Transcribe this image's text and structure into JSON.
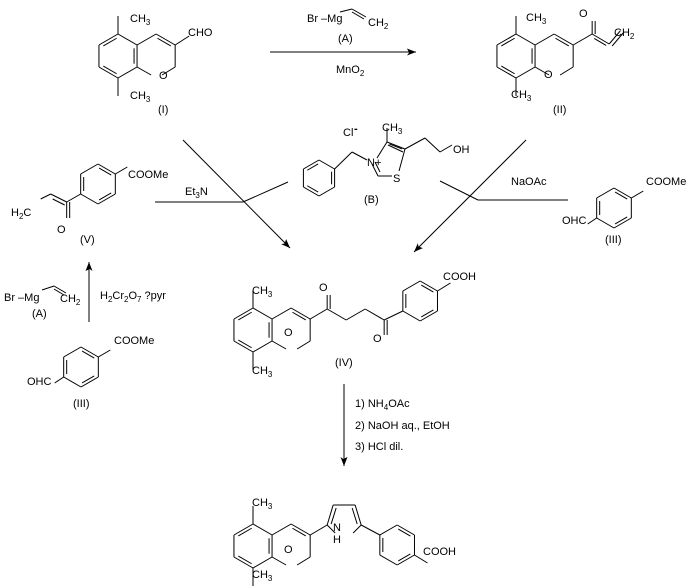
{
  "title": "Synthesis scheme of chromenyl-pyrrolyl benzoic acid",
  "compounds": {
    "I": {
      "label": "(I)",
      "substituent": "CHO",
      "methyl_top": "CH3",
      "methyl_bottom": "CH3",
      "ring_o": "O"
    },
    "II": {
      "label": "(II)",
      "carbonyl_o": "O",
      "vinyl": "CH2",
      "methyl_top": "CH3",
      "methyl_bottom": "CH3",
      "ring_o": "O"
    },
    "III_right": {
      "label": "(III)",
      "ester": "COOMe",
      "aldehyde": "OHC"
    },
    "III_left": {
      "label": "(III)",
      "ester": "COOMe",
      "aldehyde": "OHC"
    },
    "IV": {
      "label": "(IV)",
      "acid": "COOH",
      "carbonyl_o1": "O",
      "carbonyl_o2": "O",
      "methyl_top": "CH3",
      "methyl_bottom": "CH3",
      "ring_o": "O"
    },
    "V": {
      "label": "(V)",
      "ester": "COOMe",
      "vinyl": "H2C",
      "carbonyl_o": "O"
    },
    "B": {
      "label": "(B)",
      "counterion": "Cl",
      "charge_minus": "-",
      "n_plus": "N+",
      "sulfur": "S",
      "methyl": "CH3",
      "hydroxyl": "OH"
    },
    "final": {
      "acid": "COOH",
      "nh": "N",
      "h": "H",
      "methyl_top": "CH3",
      "methyl_bottom": "CH3",
      "ring_o": "O"
    }
  },
  "reagents": {
    "grignard_top": {
      "text": "Br –Mg",
      "ch2": "CH2",
      "label": "(A)"
    },
    "oxidant_top": "MnO2",
    "grignard_left": {
      "text": "Br –Mg",
      "ch2": "CH2",
      "label": "(A)"
    },
    "oxidant_left": "H2Cr2O7 ?pyr",
    "base_left": "Et3N",
    "base_right": "NaOAc",
    "final_steps": [
      "1) NH4OAc",
      "2) NaOH aq., EtOH",
      "3) HCl dil."
    ]
  }
}
